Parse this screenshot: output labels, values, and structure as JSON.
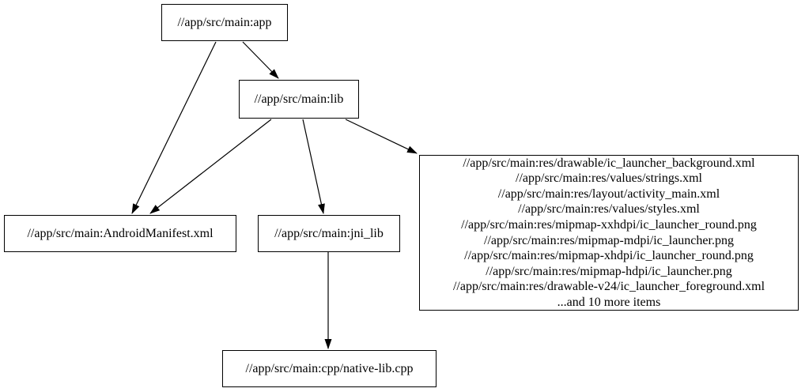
{
  "graph": {
    "nodes": {
      "app": {
        "label": "//app/src/main:app"
      },
      "lib": {
        "label": "//app/src/main:lib"
      },
      "manifest": {
        "label": "//app/src/main:AndroidManifest.xml"
      },
      "jni_lib": {
        "label": "//app/src/main:jni_lib"
      },
      "native_cpp": {
        "label": "//app/src/main:cpp/native-lib.cpp"
      },
      "res": {
        "lines": [
          "//app/src/main:res/drawable/ic_launcher_background.xml",
          "//app/src/main:res/values/strings.xml",
          "//app/src/main:res/layout/activity_main.xml",
          "//app/src/main:res/values/styles.xml",
          "//app/src/main:res/mipmap-xxhdpi/ic_launcher_round.png",
          "//app/src/main:res/mipmap-mdpi/ic_launcher.png",
          "//app/src/main:res/mipmap-xhdpi/ic_launcher_round.png",
          "//app/src/main:res/mipmap-hdpi/ic_launcher.png",
          "//app/src/main:res/drawable-v24/ic_launcher_foreground.xml",
          "...and 10 more items"
        ]
      }
    },
    "edges": [
      {
        "from": "app",
        "to": "lib"
      },
      {
        "from": "app",
        "to": "manifest"
      },
      {
        "from": "lib",
        "to": "manifest"
      },
      {
        "from": "lib",
        "to": "jni_lib"
      },
      {
        "from": "lib",
        "to": "res"
      },
      {
        "from": "jni_lib",
        "to": "native_cpp"
      }
    ],
    "colors": {
      "background": "#ffffff",
      "node_border": "#000000",
      "edge": "#000000",
      "text": "#000000"
    }
  }
}
